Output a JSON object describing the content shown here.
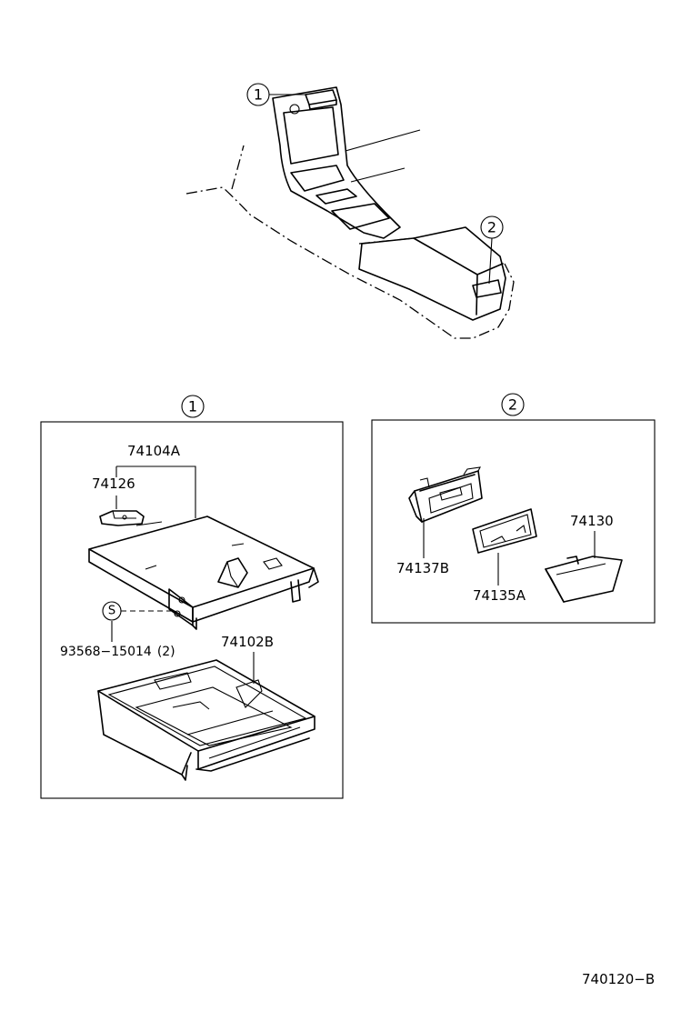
{
  "callouts": {
    "one": "1",
    "two": "2",
    "screw": "S"
  },
  "parts": {
    "p74104A": "74104A",
    "p74126": "74126",
    "p93568": "93568−15014",
    "p93568_qty": "(2)",
    "p74102B": "74102B",
    "p74137B": "74137B",
    "p74135A": "74135A",
    "p74130": "74130"
  },
  "diagram_code": "740120−B"
}
